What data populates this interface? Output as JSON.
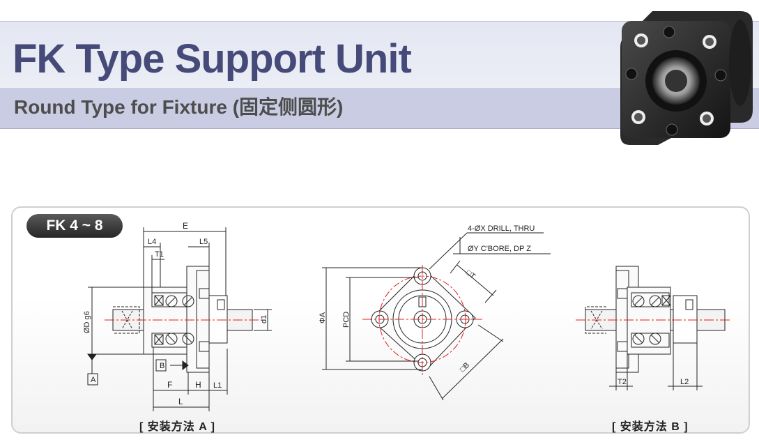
{
  "header": {
    "title": "FK Type Support Unit",
    "subtitle": "Round Type for Fixture (固定侧圆形)"
  },
  "panel": {
    "badge": "FK 4 ~ 8",
    "view_a": {
      "caption": "[ 安装方法 A ]",
      "labels": {
        "e": "E",
        "l4": "L4",
        "l5": "L5",
        "t1": "T1",
        "dg6": "ØD g6",
        "d1": "d1",
        "a": "A",
        "b": "B",
        "f": "F",
        "h": "H",
        "l1": "L1",
        "l": "L"
      }
    },
    "view_front": {
      "drill_note": "4-ØX DRILL, THRU",
      "cbore_note": "ØY C'BORE, DP Z",
      "labels": {
        "phi_a": "ΦA",
        "pcd": "PCD",
        "sq_t": "□T",
        "sq_b": "□B"
      }
    },
    "view_b": {
      "caption": "[ 安装方法 B ]",
      "labels": {
        "t2": "T2",
        "l2": "L2"
      }
    }
  },
  "colors": {
    "title": "#454a78",
    "subtitle_band": "#c9cce2",
    "title_band": "#e4e6f2",
    "centerline": "#e02020",
    "line": "#222222"
  }
}
